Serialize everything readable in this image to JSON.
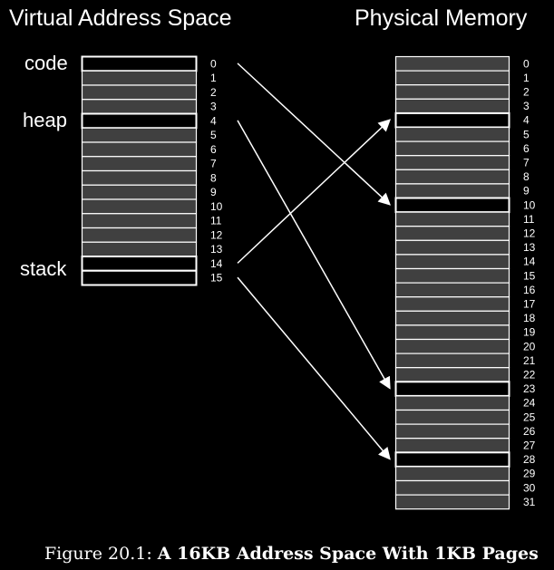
{
  "titles": {
    "virtual": "Virtual Address Space",
    "physical": "Physical Memory"
  },
  "segments": {
    "code": "code",
    "heap": "heap",
    "stack": "stack"
  },
  "virtual_pages": [
    "0",
    "1",
    "2",
    "3",
    "4",
    "5",
    "6",
    "7",
    "8",
    "9",
    "10",
    "11",
    "12",
    "13",
    "14",
    "15"
  ],
  "virtual_used": [
    0,
    4,
    14,
    15
  ],
  "physical_frames": [
    "0",
    "1",
    "2",
    "3",
    "4",
    "5",
    "6",
    "7",
    "8",
    "9",
    "10",
    "11",
    "12",
    "13",
    "14",
    "15",
    "16",
    "17",
    "18",
    "19",
    "20",
    "21",
    "22",
    "23",
    "24",
    "25",
    "26",
    "27",
    "28",
    "29",
    "30",
    "31"
  ],
  "physical_used": [
    4,
    10,
    23,
    28
  ],
  "mappings": [
    {
      "virtual_page": 0,
      "physical_frame": 10
    },
    {
      "virtual_page": 4,
      "physical_frame": 23
    },
    {
      "virtual_page": 14,
      "physical_frame": 4
    },
    {
      "virtual_page": 15,
      "physical_frame": 28
    }
  ],
  "caption": {
    "prefix": "Figure 20.1:",
    "title": "A 16KB Address Space With 1KB Pages"
  },
  "colors": {
    "background": "#000000",
    "unused_page": "#404040",
    "used_page": "#000000",
    "stroke": "#ffffff"
  }
}
